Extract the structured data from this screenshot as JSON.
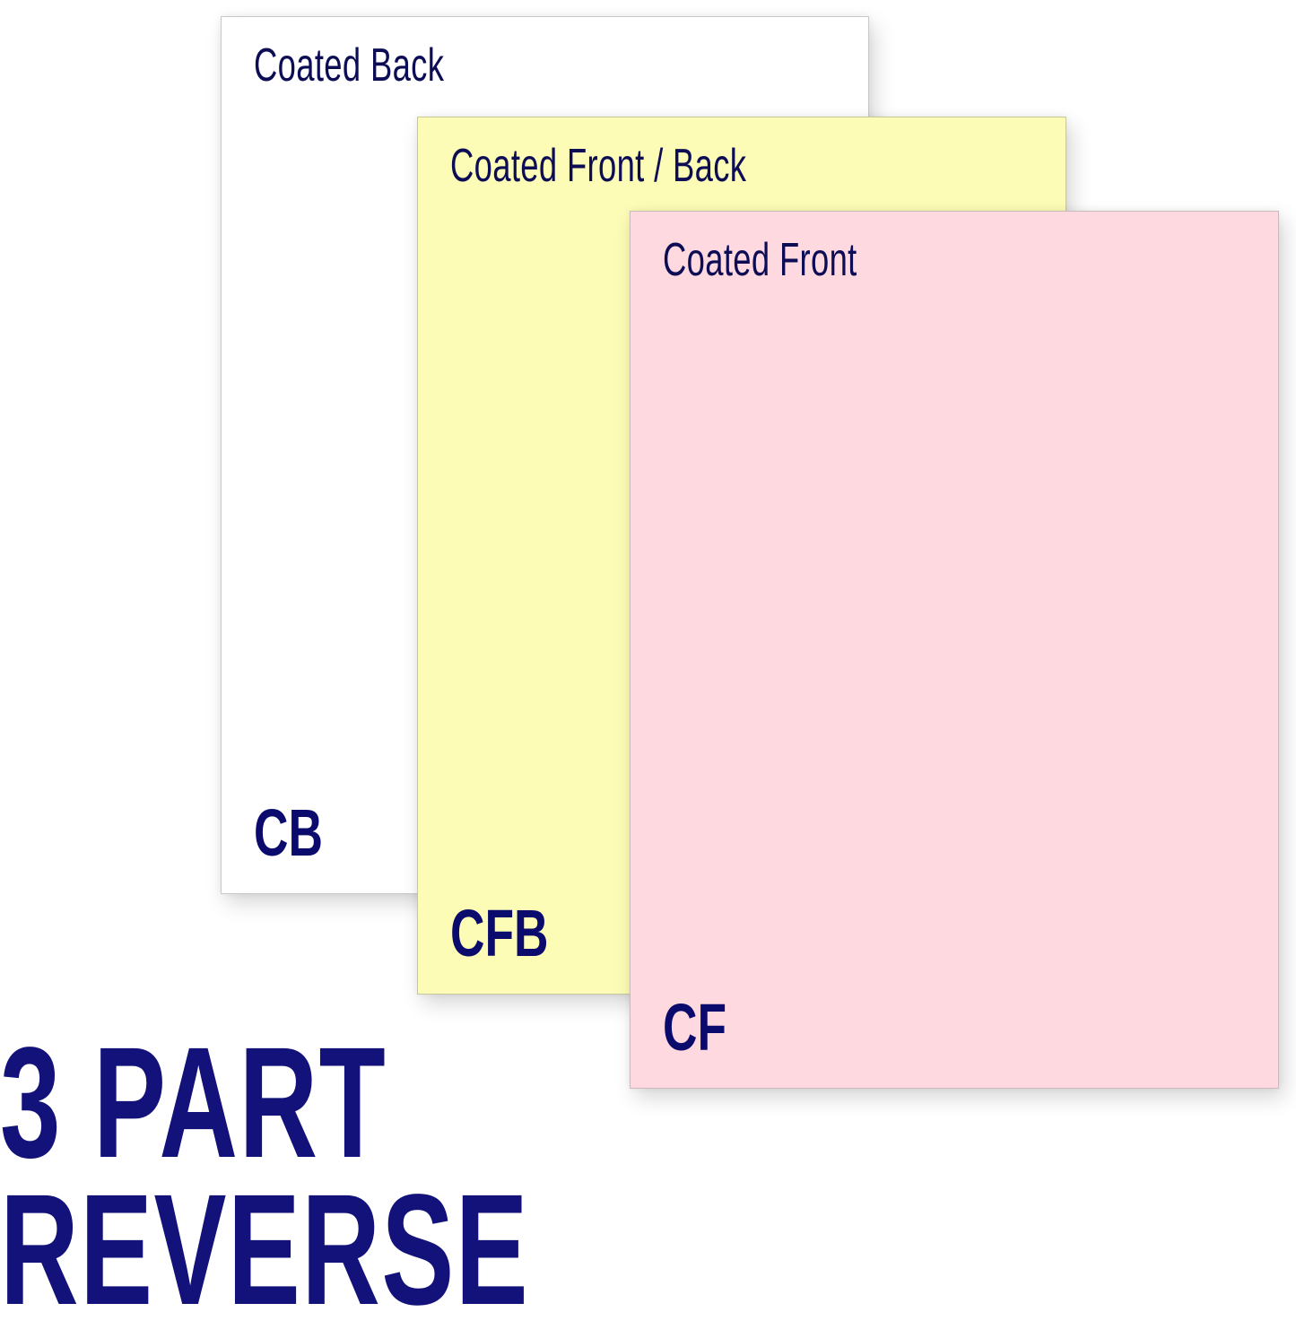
{
  "sheets": [
    {
      "title": "Coated Back",
      "code": "CB",
      "color": "#ffffff"
    },
    {
      "title": "Coated Front / Back",
      "code": "CFB",
      "color": "#fcfcb6"
    },
    {
      "title": "Coated Front",
      "code": "CF",
      "color": "#fed9e0"
    }
  ],
  "headline": {
    "line1": "3 PART",
    "line2": "REVERSE"
  },
  "colors": {
    "text_navy": "#0d0d55",
    "headline_navy": "#12127a"
  }
}
